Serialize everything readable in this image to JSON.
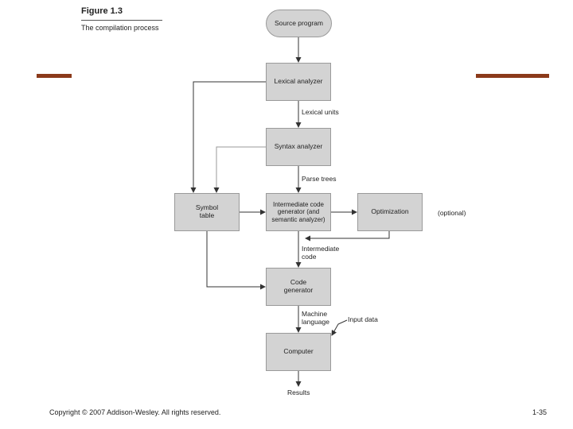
{
  "figure": {
    "title": "Figure 1.3",
    "caption": "The compilation process"
  },
  "nodes": {
    "source": "Source program",
    "lexical": "Lexical analyzer",
    "syntax": "Syntax analyzer",
    "intermediate": "Intermediate code generator (and semantic analyzer)",
    "symbol": "Symbol table",
    "optimization": "Optimization",
    "codegen": "Code generator",
    "computer": "Computer"
  },
  "edge_labels": {
    "lexical_units": "Lexical units",
    "parse_trees": "Parse trees",
    "intermediate_code": "Intermediate code",
    "machine_language": "Machine language",
    "input_data": "Input data",
    "results": "Results",
    "optional": "(optional)"
  },
  "footer": {
    "copyright": "Copyright © 2007 Addison-Wesley. All rights reserved.",
    "page": "1-35"
  },
  "colors": {
    "accent_bar": "#8b3a1a",
    "node_fill": "#d3d3d3"
  }
}
